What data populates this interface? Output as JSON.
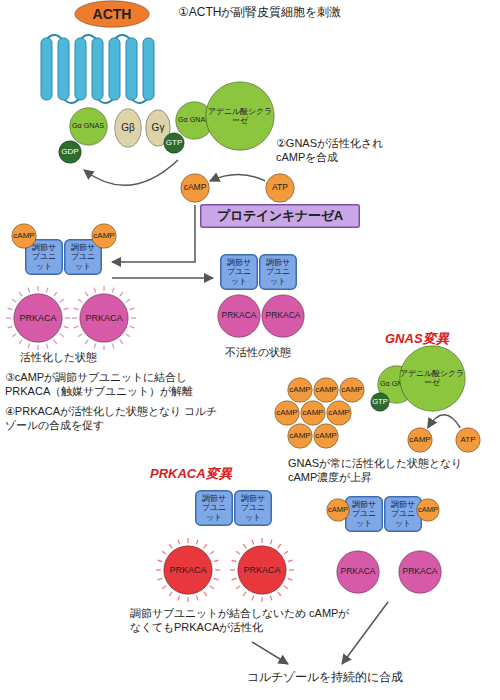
{
  "diagram": {
    "nodes": [
      {
        "text": [
          "ACTH"
        ]
      },
      {
        "text": [
          "Gα GNAS"
        ]
      },
      {
        "text": [
          "GDP"
        ]
      },
      {
        "text": [
          "Gβ"
        ]
      },
      {
        "text": [
          "Gγ"
        ]
      },
      {
        "text": [
          "Gα GNAS"
        ]
      },
      {
        "text": [
          "アデニル酸シクラーゼ"
        ]
      },
      {
        "text": [
          "GTP"
        ]
      },
      {
        "text": [
          "cAMP"
        ]
      },
      {
        "text": [
          "ATP"
        ]
      },
      {
        "text": [
          "プロテインキナーゼA"
        ]
      },
      {
        "text": [
          "cAMP"
        ]
      },
      {
        "text": [
          "調節サブユニット"
        ]
      },
      {
        "text": [
          "調節サブユニット"
        ]
      },
      {
        "text": [
          "cAMP"
        ]
      },
      {
        "text": [
          "PRKACA"
        ]
      },
      {
        "text": [
          "PRKACA"
        ]
      },
      {
        "text": [
          "調節サブユニット"
        ]
      },
      {
        "text": [
          "調節サブユニット"
        ]
      },
      {
        "text": [
          "PRKACA"
        ]
      },
      {
        "text": [
          "PRKACA"
        ]
      },
      {
        "text": [
          "Gα GNAS"
        ]
      },
      {
        "text": [
          "アデニル酸シクラーゼ"
        ]
      },
      {
        "text": [
          "GTP"
        ]
      },
      {
        "text": [
          "cAMP"
        ]
      },
      {
        "text": [
          "cAMP"
        ]
      },
      {
        "text": [
          "cAMP"
        ]
      },
      {
        "text": [
          "cAMP"
        ]
      },
      {
        "text": [
          "cAMP"
        ]
      },
      {
        "text": [
          "cAMP"
        ]
      },
      {
        "text": [
          "cAMP"
        ]
      },
      {
        "text": [
          "cAMP"
        ]
      },
      {
        "text": [
          "cAMP"
        ]
      },
      {
        "text": [
          "ATP"
        ]
      },
      {
        "text": [
          "調節サブユニット"
        ]
      },
      {
        "text": [
          "調節サブユニット"
        ]
      },
      {
        "text": [
          "PRKACA"
        ]
      },
      {
        "text": [
          "PRKACA"
        ]
      },
      {
        "text": [
          "cAMP"
        ]
      },
      {
        "text": [
          "調節サブユニット"
        ]
      },
      {
        "text": [
          "調節サブユニット"
        ]
      },
      {
        "text": [
          "cAMP"
        ]
      },
      {
        "text": [
          "PRKACA"
        ]
      },
      {
        "text": [
          "PRKACA"
        ]
      }
    ],
    "edges": [
      {
        "from": 9,
        "to": 8,
        "arrow": "to"
      },
      {
        "from": 33,
        "to": 32,
        "arrow": "to"
      }
    ],
    "labels": [
      "①ACTHが副腎皮質細胞を刺激",
      "②GNASが活性化され cAMPを合成",
      "活性化した状態",
      "③cAMPが調節サブユニットに結合し PRKACA（触媒サブユニット）が解離",
      "④PRKACAが活性化した状態となり コルチゾールの合成を促す",
      "不活性の状態",
      "GNAS変異",
      "GNASが常に活性化した状態となり cAMP濃度が上昇",
      "PRKACA変異",
      "調節サブユニットが結合しないため cAMPがなくてもPRKACAが活性化",
      "コルチゾールを持続的に合成"
    ]
  }
}
